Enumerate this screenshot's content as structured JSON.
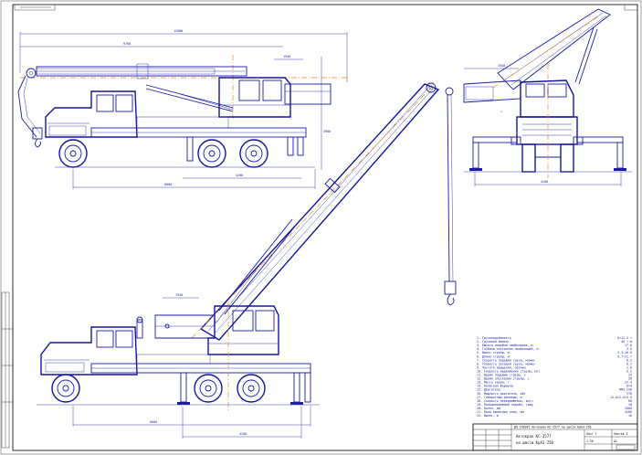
{
  "drawing": {
    "title": "Автокран КС-3577 на шасси КрАЗ",
    "type": "engineering-drawing",
    "colors": {
      "ink": "#1a1aa8",
      "axis": "#e08a1e",
      "frame": "#1a1a1a"
    }
  },
  "dimensions": {
    "top_overall": "12000",
    "top_boom": "9700",
    "top_small": "1940",
    "top_height": "3900",
    "top_span": "6000",
    "top_base": "4200",
    "front_width": "4200",
    "front_top": "1940",
    "main_span": "6000",
    "main_base": "4200",
    "main_small": "1940"
  },
  "specs": [
    {
      "n": "1.",
      "label": "Грузоподъёмность",
      "value": "Q=12.5 т"
    },
    {
      "n": "2.",
      "label": "Грузовой момент",
      "value": "40 т·м"
    },
    {
      "n": "3.",
      "label": "Высота подъёма наибольшая, м",
      "value": "17.0"
    },
    {
      "n": "4.",
      "label": "Глубина опускания наибольшая, м",
      "value": "3.5"
    },
    {
      "n": "5.",
      "label": "Вылет стрелы, м",
      "value": "3.3–16.0"
    },
    {
      "n": "6.",
      "label": "Длина стрелы, м",
      "value": "9.7–21.7"
    },
    {
      "n": "7.",
      "label": "Скорость подъёма груза, м/мин",
      "value": "8.5"
    },
    {
      "n": "8.",
      "label": "Скорость посадки груза, м/мин",
      "value": "0.2"
    },
    {
      "n": "9.",
      "label": "Частота вращения, об/мин",
      "value": "1.6"
    },
    {
      "n": "10.",
      "label": "Скорость выдвижения стрелы, м/с",
      "value": "0.2"
    },
    {
      "n": "11.",
      "label": "Время подъёма стрелы, с",
      "value": "25"
    },
    {
      "n": "12.",
      "label": "Время опускания стрелы, с",
      "value": "20"
    },
    {
      "n": "13.",
      "label": "Масса крана, т",
      "value": "22.4"
    },
    {
      "n": "14.",
      "label": "Колёсная формула",
      "value": "6×4"
    },
    {
      "n": "15.",
      "label": "Двигатель",
      "value": "ЯМЗ-238"
    },
    {
      "n": "16.",
      "label": "Мощность двигателя, кВт",
      "value": "176"
    },
    {
      "n": "17.",
      "label": "Габаритные размеры, м",
      "value": "12.0×2.5×3.9"
    },
    {
      "n": "18.",
      "label": "Скорость передвижения, км/ч",
      "value": "60"
    },
    {
      "n": "19.",
      "label": "Преодолеваемый подъём, град",
      "value": "18"
    },
    {
      "n": "20.",
      "label": "Колея, мм",
      "value": "2000"
    },
    {
      "n": "21.",
      "label": "База выносных опор, мм",
      "value": "4200"
    },
    {
      "n": "22.",
      "label": "Вылет, м",
      "value": "16"
    }
  ],
  "title_block": {
    "header": "ДП 190205 Автокран КС-3577 на шасси КрАЗ-250",
    "name_line1": "Автокран КС-3577",
    "name_line2": "на шасси КрАЗ-250",
    "sheet": "Лист 1",
    "sheets": "Листов 1",
    "scale": "1:50",
    "format": "А1"
  }
}
